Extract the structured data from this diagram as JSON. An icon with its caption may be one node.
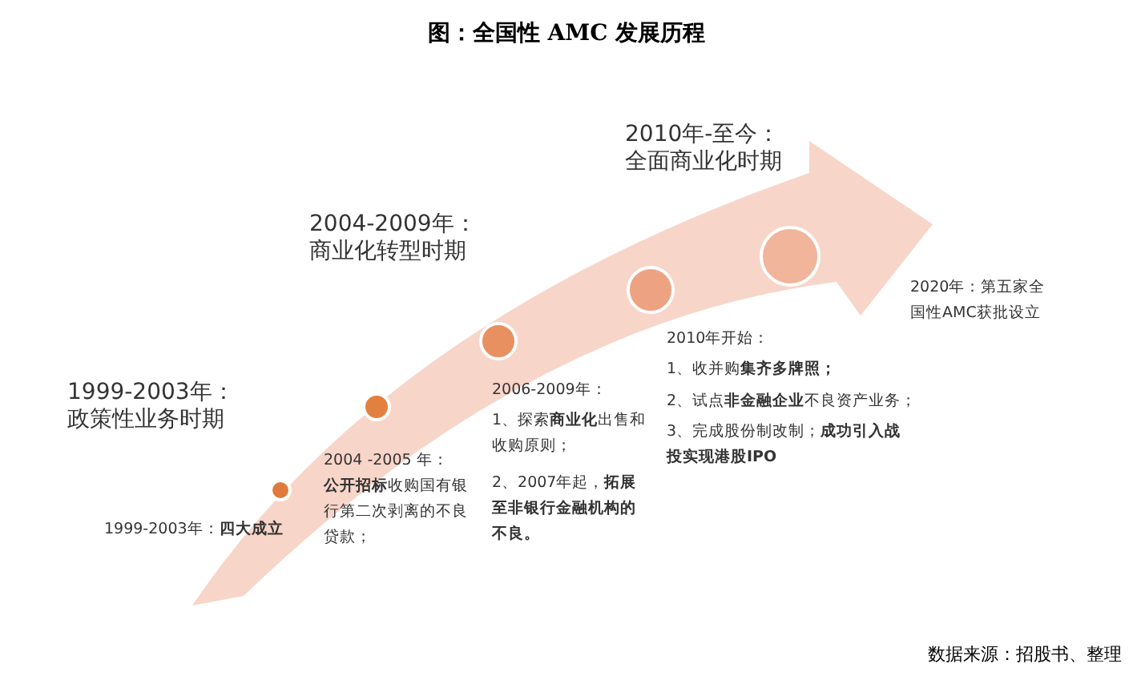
{
  "diagram": {
    "title": "图：全国性 AMC 发展历程",
    "caption": "数据来源：招股书、整理",
    "labels": [
      "2010年-至今：",
      "全面商业化时期",
      "2004-2009年：",
      "商业化转型时期",
      "1999-2003年：",
      "政策性业务时期",
      "2020年：第五家全国性AMC获批设立",
      "2010年开始：",
      "1、收并购**集齐多牌照；**",
      "2、试点**非金融企业**不良资产业务；",
      "3、完成股份制改制；**成功引入战投实现港股IPO**",
      "2006-2009年：",
      "1、探索**商业化**出售和收购原则；",
      "2、2007年起，**拓展至非银行金融机构的不良。**",
      "2004 -2005 年：",
      "**公开招标**收购国有银行第二次剥离的不良贷款；",
      "1999-2003年：**四大成立**"
    ]
  }
}
